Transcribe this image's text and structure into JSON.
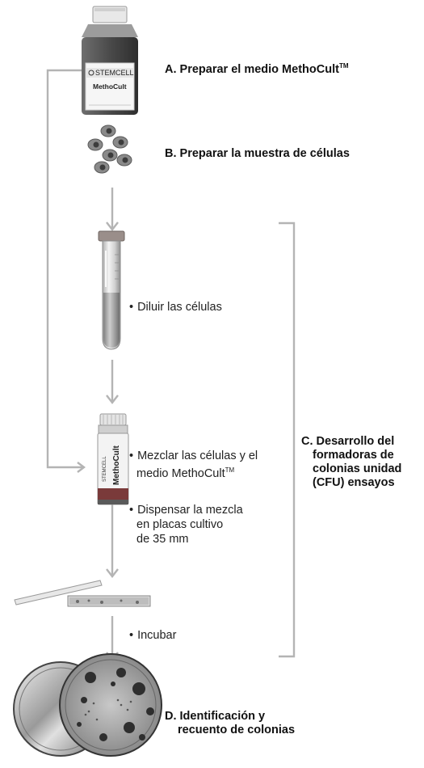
{
  "steps": {
    "a": {
      "text": "A. Preparar el medio MethoCult",
      "tm": "TM"
    },
    "b": {
      "text": "B. Preparar la muestra de células"
    },
    "c": {
      "lines": [
        "C. Desarrollo del",
        "formadoras de",
        "colonias unidad",
        "(CFU) ensayos"
      ]
    },
    "d": {
      "lines": [
        "D. Identificación y",
        "recuento de colonias"
      ]
    }
  },
  "notes": {
    "dilute": "Diluir las células",
    "mix_line1": "Mezclar las células y el",
    "mix_line2": "medio MethoCult",
    "mix_tm": "TM",
    "dispense_line1": "Dispensar la mezcla",
    "dispense_line2": "en placas cultivo",
    "dispense_line3": "de 35 mm",
    "incubate": "Incubar"
  },
  "bottle": {
    "brand": "STEMCELL",
    "product": "MethoCult",
    "tm": "™"
  },
  "tube": {
    "brand": "STEMCELL",
    "product": "MethoCult"
  },
  "colors": {
    "arrow": "#b4b4b4",
    "bracket": "#b4b4b4",
    "cell": "#8a8a8a",
    "nucleus": "#3c3c3c",
    "cap": "#9a8e8a",
    "tube_stripe": "#7a3a3a"
  }
}
